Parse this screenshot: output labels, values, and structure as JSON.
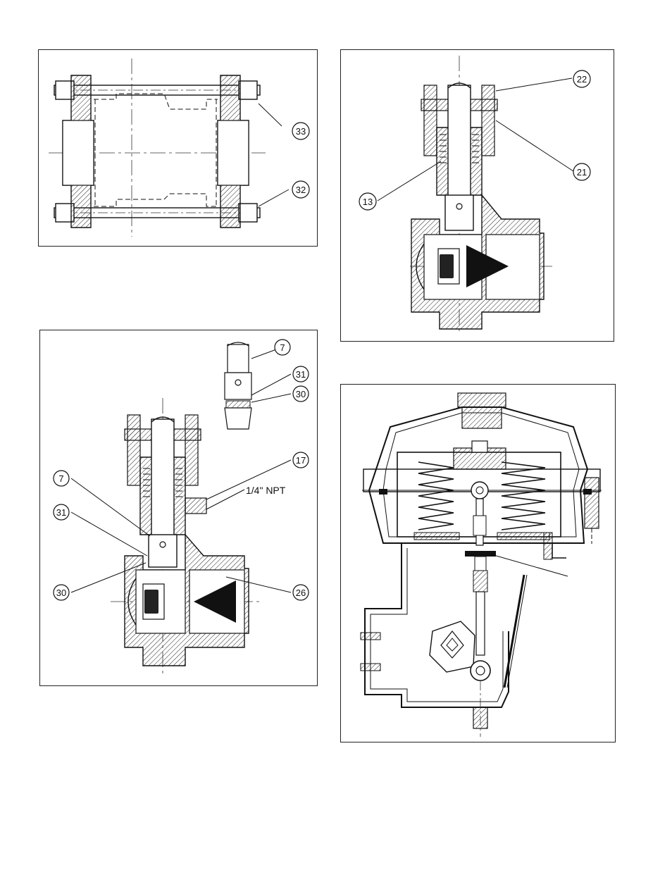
{
  "figures": [
    {
      "id": "flange-assembly",
      "callouts": [
        "33",
        "32"
      ]
    },
    {
      "id": "valve-body-packing",
      "callouts": [
        "22",
        "21",
        "13"
      ]
    },
    {
      "id": "valve-body-packing-detail",
      "callouts": [
        "7",
        "31",
        "30",
        "17",
        "26",
        "7",
        "31",
        "30"
      ],
      "note": "1/4\" NPT"
    },
    {
      "id": "actuator-section",
      "callouts": []
    }
  ]
}
